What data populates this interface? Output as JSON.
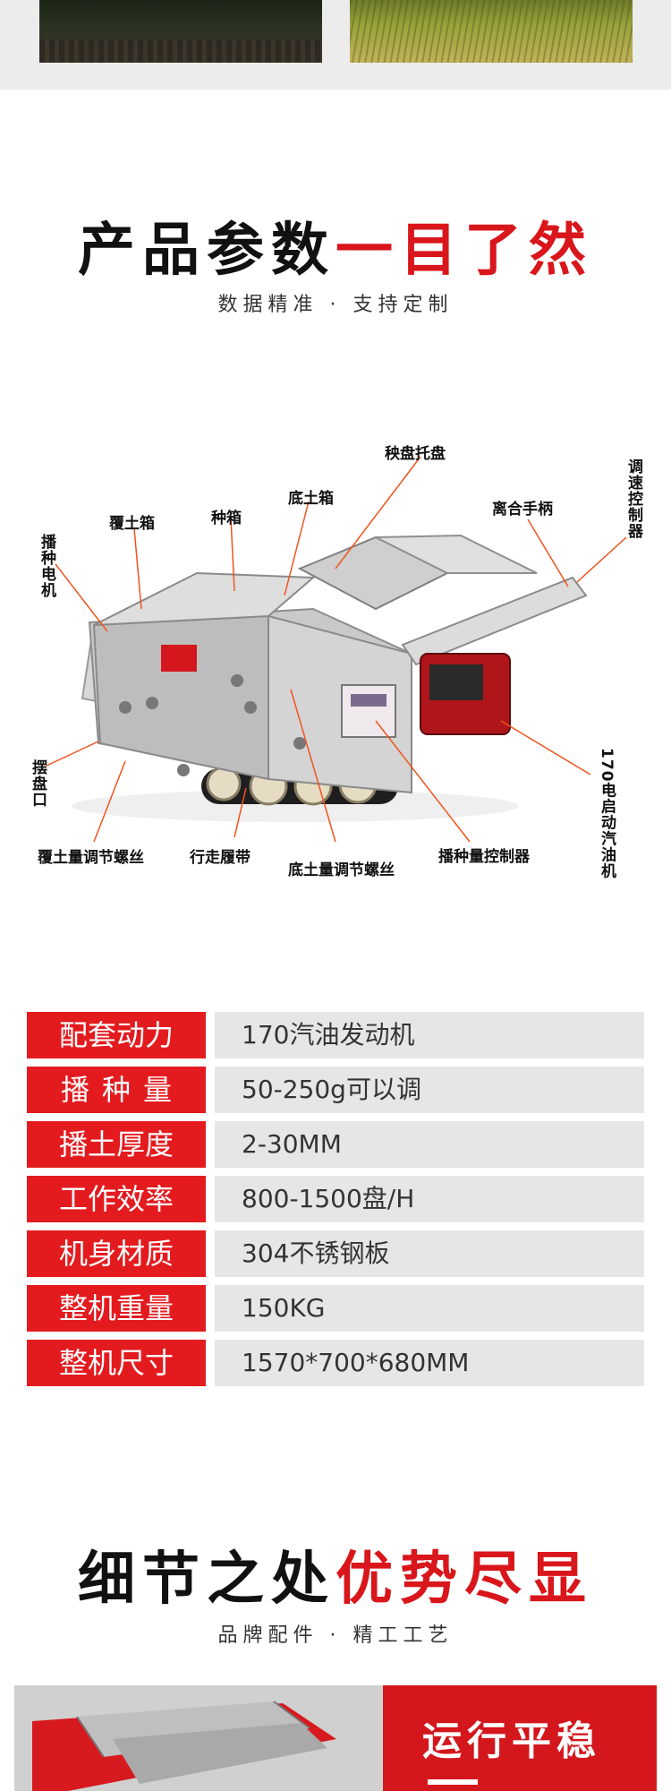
{
  "section1": {
    "title_black": "产品参数",
    "title_red": "一目了然",
    "subtitle": "数据精准 · 支持定制"
  },
  "diagram": {
    "labels": {
      "seedling_tray": "秧盘托盘",
      "speed_controller": "调速控制器",
      "bottom_soil_box": "底土箱",
      "clutch_handle": "离合手柄",
      "cover_soil_box": "覆土箱",
      "seed_box": "种箱",
      "seeding_motor": "播种电机",
      "tray_outlet": "摆盘口",
      "engine": "170电启动汽油机",
      "cover_soil_screw": "覆土量调节螺丝",
      "track": "行走履带",
      "bottom_soil_screw": "底土量调节螺丝",
      "seeding_controller": "播种量控制器"
    }
  },
  "specs": [
    {
      "key": "配套动力",
      "value": "170汽油发动机"
    },
    {
      "key": "播种量",
      "value": "50-250g可以调"
    },
    {
      "key": "播土厚度",
      "value": "2-30MM"
    },
    {
      "key": "工作效率",
      "value": "800-1500盘/H"
    },
    {
      "key": "机身材质",
      "value": "304不锈钢板"
    },
    {
      "key": "整机重量",
      "value": "150KG"
    },
    {
      "key": "整机尺寸",
      "value": "1570*700*680MM"
    }
  ],
  "section2": {
    "title_black": "细节之处",
    "title_red": "优势尽显",
    "subtitle": "品牌配件 · 精工工艺"
  },
  "detail": {
    "panel_title": "运行平稳"
  },
  "colors": {
    "accent_red": "#e31b1f",
    "value_bg": "#e6e6e6"
  }
}
